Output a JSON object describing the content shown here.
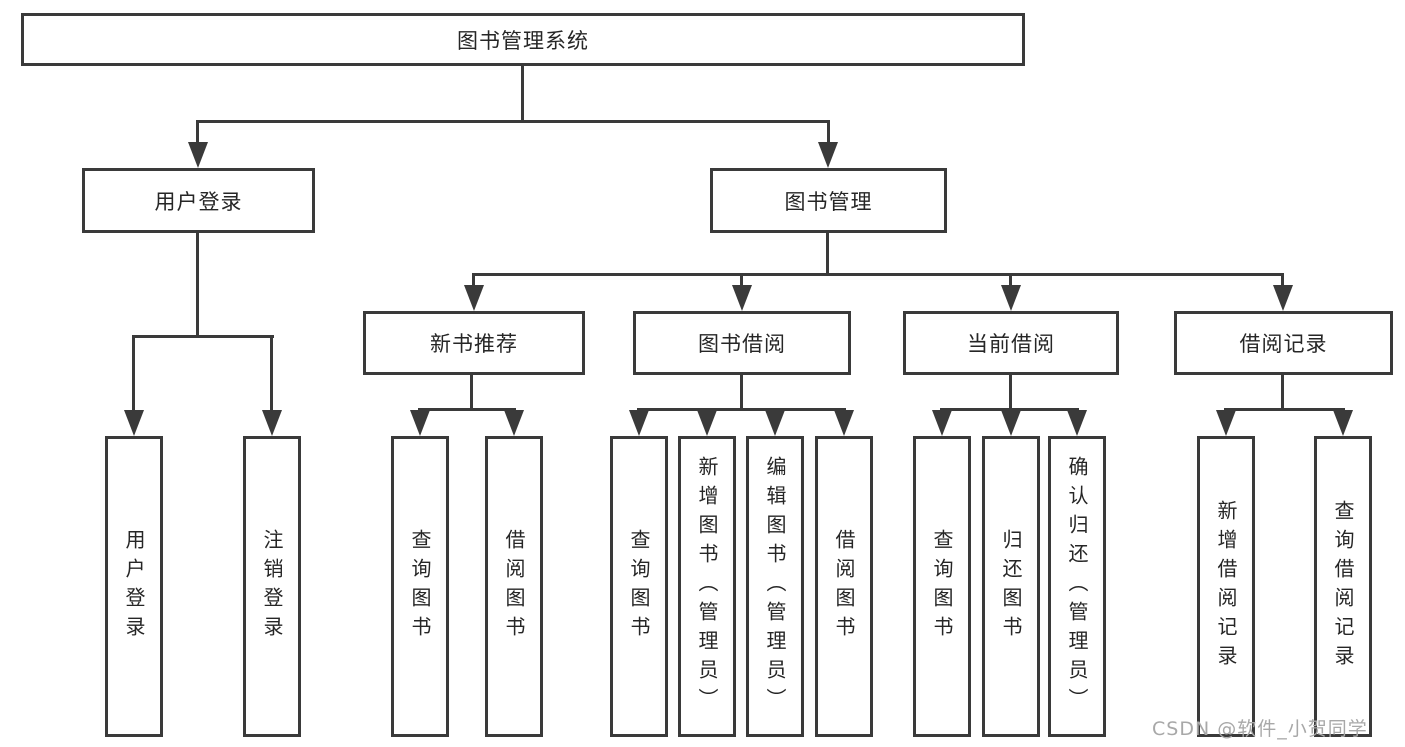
{
  "diagram": {
    "root": "图书管理系统",
    "modules": [
      {
        "label": "用户登录",
        "children": [
          "用户登录",
          "注销登录"
        ]
      },
      {
        "label": "图书管理",
        "sections": [
          {
            "label": "新书推荐",
            "children": [
              "查询图书",
              "借阅图书"
            ]
          },
          {
            "label": "图书借阅",
            "children": [
              "查询图书",
              "新增图书（管理员）",
              "编辑图书（管理员）",
              "借阅图书"
            ]
          },
          {
            "label": "当前借阅",
            "children": [
              "查询图书",
              "归还图书",
              "确认归还（管理员）"
            ]
          },
          {
            "label": "借阅记录",
            "children": [
              "新增借阅记录",
              "查询借阅记录"
            ]
          }
        ]
      }
    ]
  },
  "watermark": {
    "text": "CSDN @软件_小贺同学"
  },
  "colors": {
    "line": "#3a3a3a",
    "box_border": "#3a3a3a",
    "text": "#262626",
    "watermark": "#a8a8a8",
    "background": "#ffffff"
  }
}
